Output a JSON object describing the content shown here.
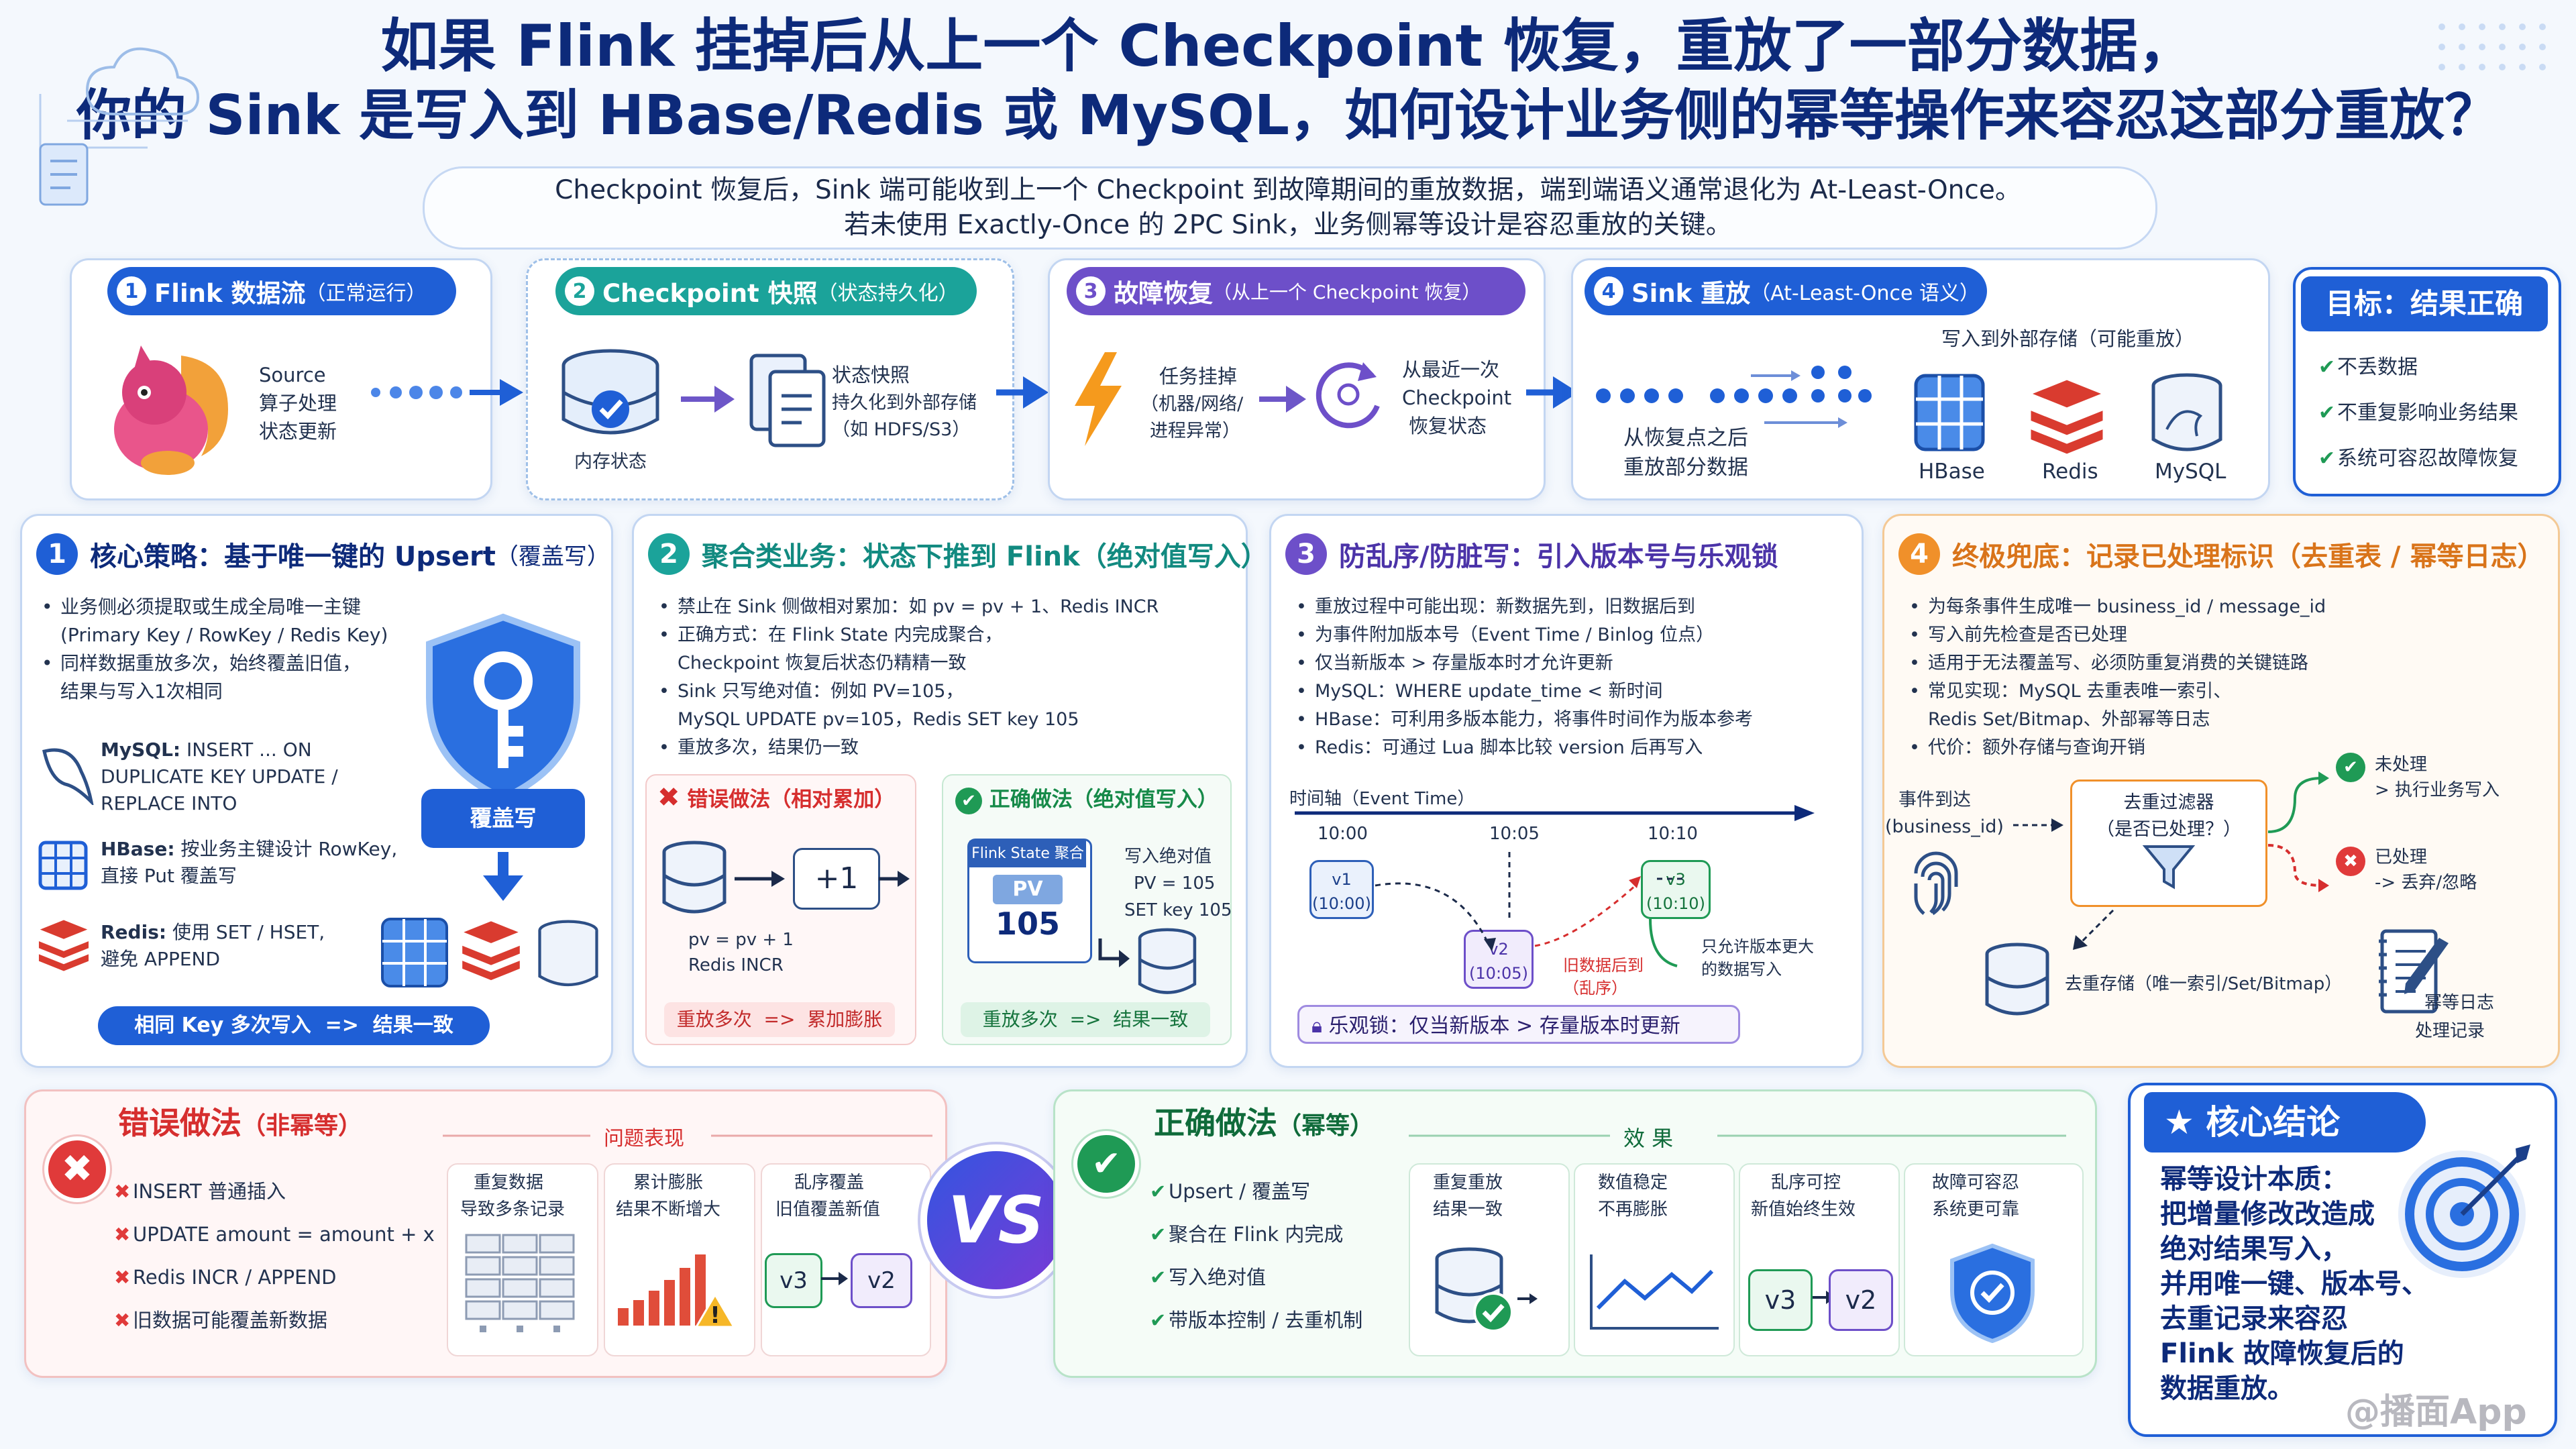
{
  "title": {
    "line1": "如果 Flink 挂掉后从上一个 Checkpoint 恢复，重放了一部分数据，",
    "line2": "你的 Sink 是写入到 HBase/Redis 或 MySQL，如何设计业务侧的幂等操作来容忍这部分重放？"
  },
  "subtitle": {
    "line1": "Checkpoint 恢复后，Sink 端可能收到上一个 Checkpoint 到故障期间的重放数据，端到端语义通常退化为 At-Least-Once。",
    "line2": "若未使用 Exactly-Once 的 2PC Sink，业务侧幂等设计是容忍重放的关键。"
  },
  "flow": {
    "step1": {
      "num": "1",
      "label": "Flink 数据流",
      "sub": "（正常运行）",
      "text1": "Source",
      "text2": "算子处理",
      "text3": "状态更新"
    },
    "step2": {
      "num": "2",
      "label": "Checkpoint 快照",
      "sub": "（状态持久化）",
      "mem": "内存状态",
      "t1": "状态快照",
      "t2": "持久化到外部存储",
      "t3": "（如 HDFS/S3）"
    },
    "step3": {
      "num": "3",
      "label": "故障恢复",
      "sub": "（从上一个 Checkpoint 恢复）",
      "t1": "任务挂掉",
      "t2": "（机器/网络/",
      "t3": "进程异常）",
      "r1": "从最近一次",
      "r2": "Checkpoint",
      "r3": "恢复状态"
    },
    "step4": {
      "num": "4",
      "label": "Sink 重放",
      "sub": "（At-Least-Once 语义）",
      "top": "写入到外部存储（可能重放）",
      "b1": "从恢复点之后",
      "b2": "重放部分数据",
      "s1": "HBase",
      "s2": "Redis",
      "s3": "MySQL"
    }
  },
  "goal": {
    "title": "目标：结果正确",
    "items": [
      "不丢数据",
      "不重复影响业务结果",
      "系统可容忍故障恢复"
    ]
  },
  "s1": {
    "num": "1",
    "head": "核心策略：基于唯一键的 Upsert",
    "headsub": "（覆盖写）",
    "bullets": [
      "业务侧必须提取或生成全局唯一主键",
      "(Primary Key / RowKey / Redis Key)",
      "同样数据重放多次，始终覆盖旧值，",
      "结果与写入1次相同"
    ],
    "mysql_b": "MySQL:",
    "mysql_t": " INSERT ... ON",
    "mysql_t2": "DUPLICATE KEY UPDATE /",
    "mysql_t3": "REPLACE INTO",
    "hbase_b": "HBase:",
    "hbase_t": " 按业务主键设计 RowKey,",
    "hbase_t2": "直接 Put 覆盖写",
    "redis_b": "Redis:",
    "redis_t": " 使用 SET / HSET,",
    "redis_t2": "避免 APPEND",
    "shield": "覆盖写",
    "footer": "相同 Key 多次写入  =>  结果一致"
  },
  "s2": {
    "num": "2",
    "head": "聚合类业务：状态下推到 Flink（绝对值写入）",
    "bullets": [
      "禁止在 Sink 侧做相对累加：如 pv = pv + 1、Redis INCR",
      "正确方式：在 Flink State 内完成聚合，",
      "Checkpoint 恢复后状态仍精精一致",
      "Sink 只写绝对值：例如 PV=105，",
      "MySQL UPDATE pv=105，Redis SET key 105",
      "重放多次，结果仍一致"
    ],
    "wrong_head": "错误做法（相对累加）",
    "wrong_op": "+1",
    "wrong_t1": "pv = pv + 1",
    "wrong_t2": "Redis INCR",
    "wrong_foot": "重放多次  =>  累加膨胀",
    "right_head": "正确做法（绝对值写入）",
    "state": "Flink State 聚合",
    "pv": "PV",
    "pv_val": "105",
    "right_t1": "写入绝对值",
    "right_t2": "PV = 105",
    "right_t3": "SET key 105",
    "right_foot": "重放多次  =>  结果一致"
  },
  "s3": {
    "num": "3",
    "head": "防乱序/防脏写：引入版本号与乐观锁",
    "bullets": [
      "重放过程中可能出现：新数据先到，旧数据后到",
      "为事件附加版本号（Event Time / Binlog 位点）",
      "仅当新版本 > 存量版本时才允许更新",
      "MySQL：WHERE update_time < 新时间",
      "HBase：可利用多版本能力，将事件时间作为版本参考",
      "Redis：可通过 Lua 脚本比较 version 后再写入"
    ],
    "axis": "时间轴（Event Time）",
    "t1": "10:00",
    "t2": "10:05",
    "t3": "10:10",
    "v1": "v1",
    "v1t": "(10:00)",
    "v2": "v2",
    "v2t": "(10:05)",
    "v3": "v3",
    "v3t": "(10:10)",
    "late1": "旧数据后到",
    "late2": "（乱序）",
    "only1": "只允许版本更大",
    "only2": "的数据写入",
    "footer": "乐观锁：仅当新版本 > 存量版本时更新"
  },
  "s4": {
    "num": "4",
    "head": "终极兜底：记录已处理标识（去重表 / 幂等日志）",
    "bullets": [
      "为每条事件生成唯一 business_id / message_id",
      "写入前先检查是否已处理",
      "适用于无法覆盖写、必须防重复消费的关键链路",
      "常见实现：MySQL 去重表唯一索引、",
      "Redis Set/Bitmap、外部幂等日志",
      "代价：额外存储与查询开销"
    ],
    "arrive1": "事件到达",
    "arrive2": "(business_id)",
    "filter1": "去重过滤器",
    "filter2": "（是否已处理？）",
    "ok1": "未处理",
    "ok2": "> 执行业务写入",
    "dup1": "已处理",
    "dup2": "-> 丢弃/忽略",
    "store": "去重存储（唯一索引/Set/Bitmap）",
    "log1": "幂等日志",
    "log2": "处理记录"
  },
  "bad": {
    "head": "错误做法",
    "headsub": "（非幂等）",
    "items": [
      "INSERT 普通插入",
      "UPDATE amount = amount + x",
      "Redis INCR / APPEND",
      "旧数据可能覆盖新数据"
    ],
    "problem": "问题表现",
    "c1a": "重复数据",
    "c1b": "导致多条记录",
    "c2a": "累计膨胀",
    "c2b": "结果不断增大",
    "c3a": "乱序覆盖",
    "c3b": "旧值覆盖新值",
    "v3": "v3",
    "v2": "v2"
  },
  "vs": "VS",
  "good": {
    "head": "正确做法",
    "headsub": "（幂等）",
    "items": [
      "Upsert / 覆盖写",
      "聚合在 Flink 内完成",
      "写入绝对值",
      "带版本控制 / 去重机制"
    ],
    "effect": "效 果",
    "c1a": "重复重放",
    "c1b": "结果一致",
    "c2a": "数值稳定",
    "c2b": "不再膨胀",
    "c3a": "乱序可控",
    "c3b": "新值始终生效",
    "c4a": "故障可容忍",
    "c4b": "系统更可靠",
    "v3": "v3",
    "v2": "v2"
  },
  "conclusion": {
    "head": "核心结论",
    "lines": [
      "幂等设计本质：",
      "把增量修改改造成",
      "绝对结果写入，",
      "并用唯一键、版本号、",
      "去重记录来容忍",
      "Flink 故障恢复后的",
      "数据重放。"
    ]
  },
  "watermark": "@播面App",
  "colors": {
    "blue": "#1f5fd6",
    "teal": "#1ba39a",
    "purple": "#6d4fc9",
    "orange": "#f0902a",
    "red": "#e03a3a",
    "green": "#1f9a55",
    "navy": "#0d2a7a"
  }
}
